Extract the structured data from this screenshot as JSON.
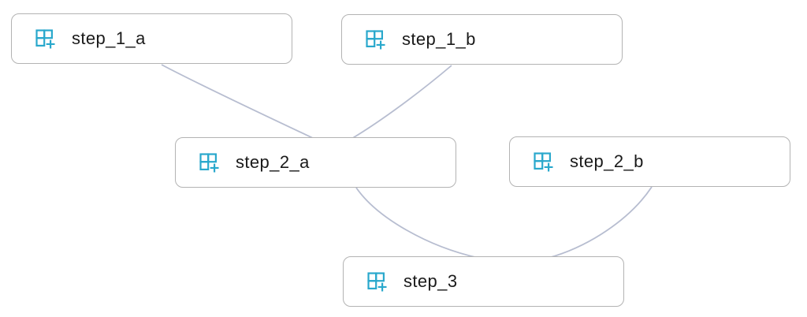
{
  "diagram": {
    "type": "dag",
    "nodes": [
      {
        "id": "step_1_a",
        "label": "step_1_a",
        "icon": "table-plus-icon"
      },
      {
        "id": "step_1_b",
        "label": "step_1_b",
        "icon": "table-plus-icon"
      },
      {
        "id": "step_2_a",
        "label": "step_2_a",
        "icon": "table-plus-icon"
      },
      {
        "id": "step_2_b",
        "label": "step_2_b",
        "icon": "table-plus-icon"
      },
      {
        "id": "step_3",
        "label": "step_3",
        "icon": "table-plus-icon"
      }
    ],
    "edges": [
      {
        "from": "step_1_a",
        "to": "step_2_a"
      },
      {
        "from": "step_1_b",
        "to": "step_2_a"
      },
      {
        "from": "step_2_a",
        "to": "step_3"
      },
      {
        "from": "step_2_b",
        "to": "step_3"
      }
    ],
    "colors": {
      "background": "#ffffff",
      "node_background": "#ffffff",
      "node_border": "#b3b3b3",
      "label_text": "#1a1a1a",
      "edge": "#b7bdd0",
      "icon_accent": "#29a8cc"
    }
  }
}
